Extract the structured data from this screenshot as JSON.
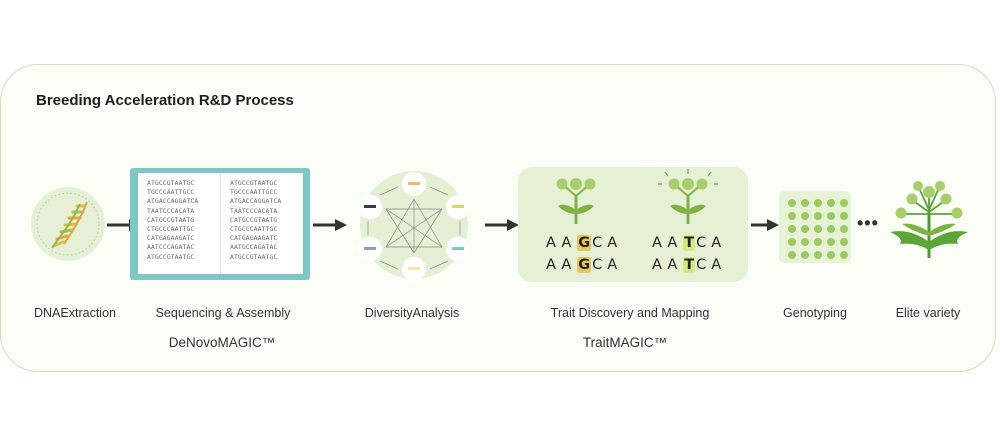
{
  "title": "Breeding Acceleration R&D Process",
  "steps": [
    {
      "label": "DNAExtraction"
    },
    {
      "label": "Sequencing & Assembly"
    },
    {
      "label": "DiversityAnalysis"
    },
    {
      "label": "Trait Discovery and Mapping"
    },
    {
      "label": "Genotyping"
    },
    {
      "label": "Elite variety"
    }
  ],
  "products": {
    "denovo": "DeNovoMAGIC™",
    "trait": "TraitMAGIC™"
  },
  "sequence_left": [
    "ATGCCGTAATGC",
    "TGCCCAATTGCC",
    "ATGACCAGGATCA",
    "TAATCCCACATA",
    "CATGCCGTAATG",
    "CTGCCCAATTGC",
    "CATGAGAAGATC",
    "AATCCCAGATAC",
    "ATGCCGTAATGC"
  ],
  "sequence_right": [
    "ATGCCGTAATGC",
    "TGCCCAATTGCC",
    "ATGACCAGGATCA",
    "TAATCCCACATA",
    "CATGCCGTAATG",
    "CTGCCCAATTGC",
    "CATGAGAAGATC",
    "AATGCCAGATAC",
    "ATGCCGTAATGC"
  ],
  "snp_left": {
    "pre": "AA",
    "snp": "G",
    "post": "CA"
  },
  "snp_right": {
    "pre": "AA",
    "snp": "T",
    "post": "CA"
  },
  "ellipsis": "•••",
  "colors": {
    "frame_border": "#cfe0b7",
    "book": "#7ec7c6",
    "trait_panel": "#e5f0d4",
    "snp_g": "#e7c85c",
    "snp_t": "#d4e97a",
    "plant_green": "#7cb342",
    "arrow": "#333333"
  },
  "icons": [
    "dna-helix-icon",
    "open-book-icon",
    "diversity-network-icon",
    "flower-plant-icon",
    "well-plate-icon",
    "elite-plant-icon"
  ]
}
